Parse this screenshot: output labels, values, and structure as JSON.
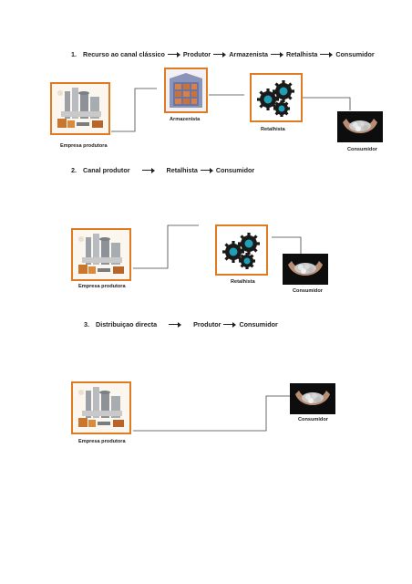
{
  "sections": [
    {
      "number": "1.",
      "steps": [
        "Recurso ao canal clássico",
        "Produtor",
        "Armazenista",
        "Retalhista",
        "Consumidor"
      ],
      "labels": {
        "producer": "Empresa produtora",
        "warehouse": "Armazenista",
        "retailer": "Retalhista",
        "consumer": "Consumidor"
      }
    },
    {
      "number": "2.",
      "steps": [
        "Canal produtor",
        "Retalhista",
        "Consumidor"
      ],
      "labels": {
        "producer": "Empresa produtora",
        "retailer": "Retalhista",
        "consumer": "Consumidor"
      }
    },
    {
      "number": "3.",
      "steps": [
        "Distribuiçao directa",
        "Produtor",
        "Consumidor"
      ],
      "labels": {
        "producer": "Empresa produtora",
        "consumer": "Consumidor"
      }
    }
  ],
  "colors": {
    "box_border": "#e07b24",
    "gear": "#1f9fb5",
    "text": "#222222"
  },
  "icons": [
    "factory-icon",
    "warehouse-icon",
    "gears-icon",
    "coins-hands-icon"
  ]
}
